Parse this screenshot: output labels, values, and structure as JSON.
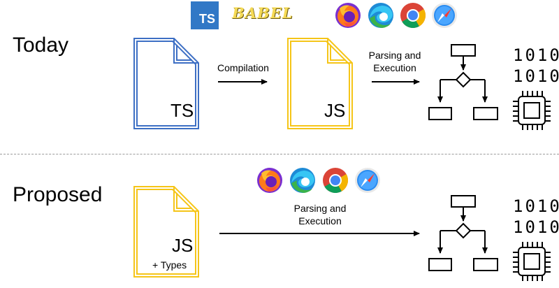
{
  "today": {
    "label": "Today",
    "ts_doc": "TS",
    "compile_label": "Compilation",
    "js_doc": "JS",
    "parse_label_line1": "Parsing and",
    "parse_label_line2": "Execution",
    "tools": {
      "ts_logo": "TS",
      "babel_logo": "BABEL"
    },
    "binary_line1": "1010",
    "binary_line2": "1010"
  },
  "proposed": {
    "label": "Proposed",
    "js_doc": "JS",
    "js_doc_sub": "+ Types",
    "parse_label_line1": "Parsing and",
    "parse_label_line2": "Execution",
    "binary_line1": "1010",
    "binary_line2": "1010"
  },
  "browsers": [
    "firefox-icon",
    "edge-icon",
    "chrome-icon",
    "safari-icon"
  ],
  "colors": {
    "ts_blue": "#3d6fc4",
    "js_yellow": "#f5c518",
    "ts_brand": "#3178c6",
    "babel": "#f5da55"
  }
}
